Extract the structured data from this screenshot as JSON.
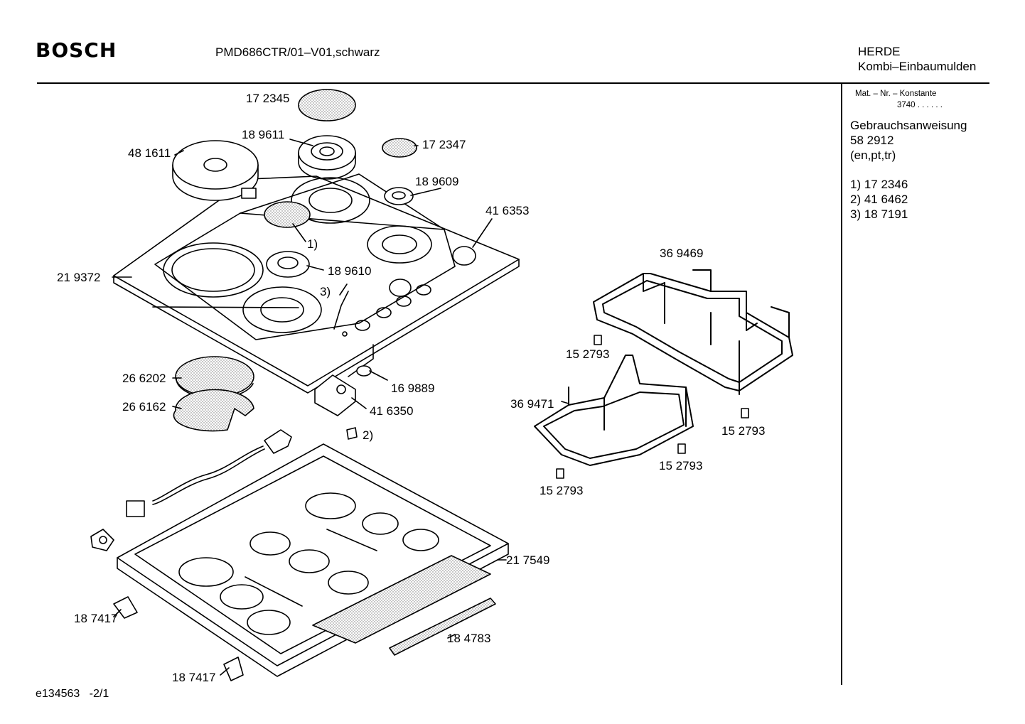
{
  "header": {
    "brand": "BOSCH",
    "model": "PMD686CTR/01–V01,schwarz",
    "category_line1": "HERDE",
    "category_line2": "Kombi–Einbaumulden"
  },
  "sidebar": {
    "mat_label": "Mat. – Nr. – Konstante",
    "mat_value": "3740  .   .     .   .   .   .",
    "manual_title": "Gebrauchsanweisung",
    "manual_number": "58 2912",
    "manual_languages": "(en,pt,tr)",
    "notes": [
      "1)  17 2346",
      "2)  41 6462",
      "3)  18 7191"
    ]
  },
  "parts": {
    "p172345": "17 2345",
    "p189611": "18 9611",
    "p481611": "48 1611",
    "p172347": "17 2347",
    "p189609": "18 9609",
    "p416353": "41 6353",
    "note1": "1)",
    "p219372": "21 9372",
    "p189610": "18 9610",
    "note3": "3)",
    "p369469": "36 9469",
    "p152793a": "15 2793",
    "p266202": "26 6202",
    "p169889": "16 9889",
    "p266162": "26 6162",
    "p416350": "41 6350",
    "note2": "2)",
    "p369471": "36 9471",
    "p152793b": "15 2793",
    "p152793c": "15 2793",
    "p152793d": "15 2793",
    "p217549": "21 7549",
    "p187417a": "18 7417",
    "p184783": "18 4783",
    "p187417b": "18 7417"
  },
  "footer": {
    "drawing_id": "e134563",
    "page": "-2/1"
  }
}
